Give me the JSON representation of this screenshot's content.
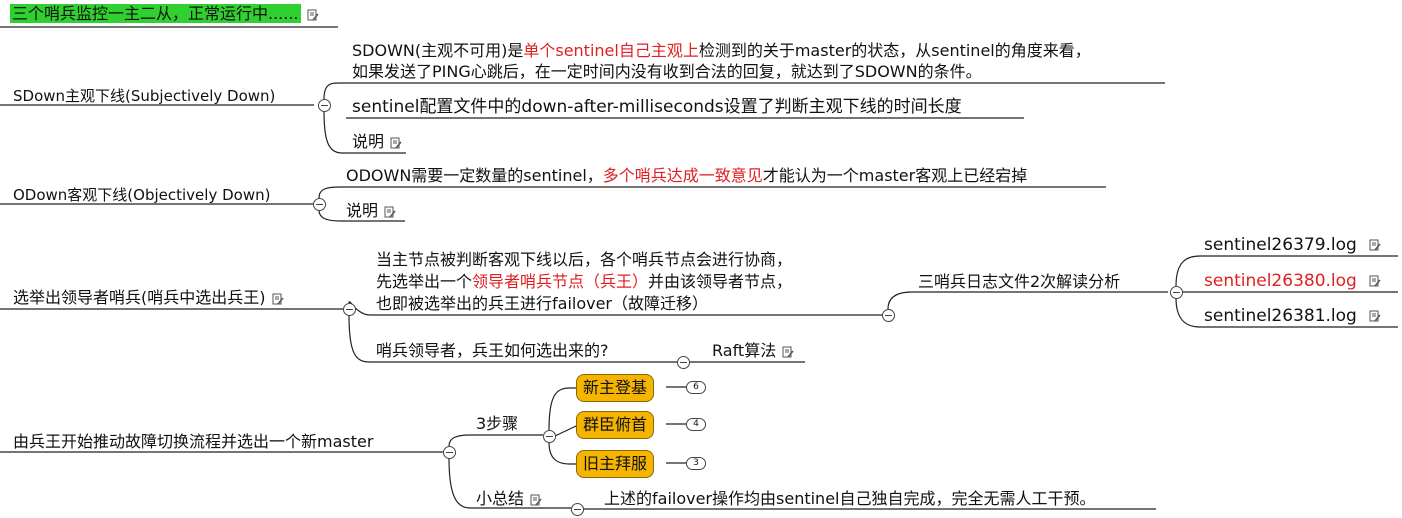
{
  "root": {
    "title": "三个哨兵监控一主二从，正常运行中......"
  },
  "sdown": {
    "label": "SDown主观下线(Subjectively Down)",
    "desc_line1_a": "SDOWN(主观不可用)是",
    "desc_line1_red": "单个sentinel自己主观上",
    "desc_line1_b": "检测到的关于master的状态，从sentinel的角度来看，",
    "desc_line2": "如果发送了PING心跳后，在一定时间内没有收到合法的回复，就达到了SDOWN的条件。",
    "config_note": "sentinel配置文件中的down-after-milliseconds设置了判断主观下线的时间长度",
    "explain": "说明"
  },
  "odown": {
    "label": "ODown客观下线(Objectively Down)",
    "desc_a": "ODOWN需要一定数量的sentinel，",
    "desc_red": "多个哨兵达成一致意见",
    "desc_b": "才能认为一个master客观上已经宕掉",
    "explain": "说明"
  },
  "leader": {
    "label": "选举出领导者哨兵(哨兵中选出兵王)",
    "desc_line1": "当主节点被判断客观下线以后，各个哨兵节点会进行协商，",
    "desc_line2_a": "先选举出一个",
    "desc_line2_red": "领导者哨兵节点（兵王）",
    "desc_line2_b": "并由该领导者节点，",
    "desc_line3": "也即被选举出的兵王进行failover（故障迁移）",
    "log_analysis": "三哨兵日志文件2次解读分析",
    "logs": [
      "sentinel26379.log",
      "sentinel26380.log",
      "sentinel26381.log"
    ],
    "question": "哨兵领导者，兵王如何选出来的?",
    "raft": "Raft算法"
  },
  "failover": {
    "label": "由兵王开始推动故障切换流程并选出一个新master",
    "steps_label": "3步骤",
    "steps": [
      {
        "name": "新主登基",
        "count": "6"
      },
      {
        "name": "群臣俯首",
        "count": "4"
      },
      {
        "name": "旧主拜服",
        "count": "3"
      }
    ],
    "summary_label": "小总结",
    "summary_text": "上述的failover操作均由sentinel自己独自完成，完全无需人工干预。"
  },
  "colors": {
    "accent_red": "#e02020",
    "root_green": "#2fd02f",
    "step_orange": "#f5b400"
  },
  "icons": {
    "note": "note-icon",
    "collapse": "collapse-toggle-icon"
  }
}
